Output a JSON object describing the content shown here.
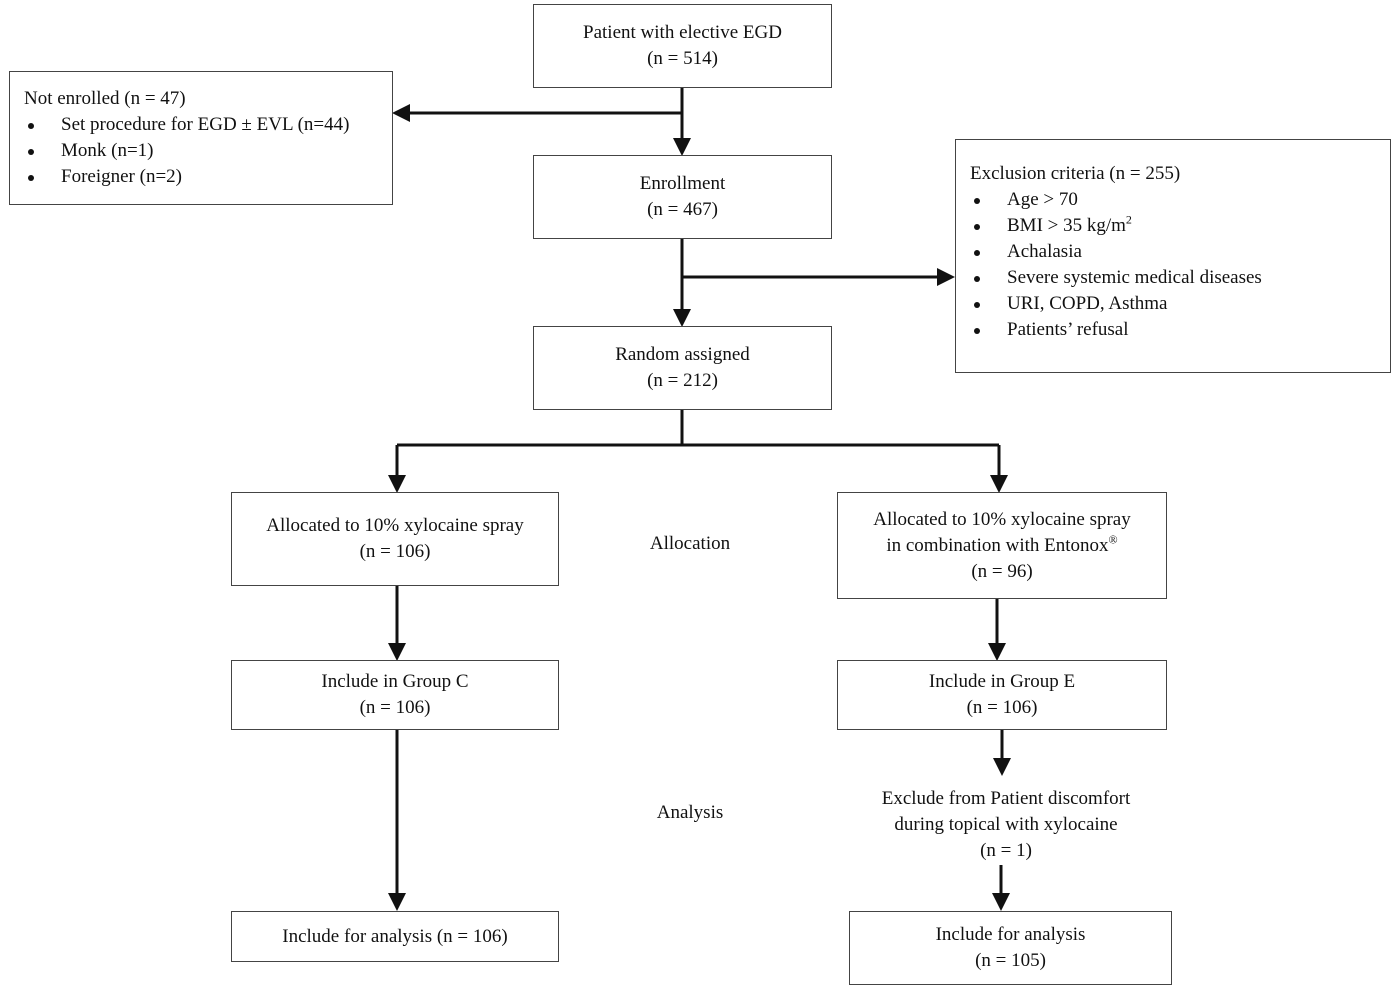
{
  "flow": {
    "patients": {
      "title": "Patient with elective EGD",
      "count": "(n = 514)"
    },
    "not_enrolled": {
      "title": "Not enrolled (n = 47)",
      "items": [
        "Set procedure for EGD ± EVL (n=44)",
        "Monk (n=1)",
        "Foreigner (n=2)"
      ]
    },
    "enrollment": {
      "title": "Enrollment",
      "count": "(n = 467)"
    },
    "exclusion": {
      "title": "Exclusion criteria (n = 255)",
      "items": [
        "Age > 70",
        "BMI > 35 kg/m",
        "Achalasia",
        "Severe systemic medical diseases",
        "URI, COPD, Asthma",
        "Patients’ refusal"
      ],
      "bmi_superscript": "2"
    },
    "random": {
      "title": "Random assigned",
      "count": "(n = 212)"
    },
    "phase_allocation": "Allocation",
    "phase_analysis": "Analysis",
    "alloc_c": {
      "title": "Allocated to 10% xylocaine spray",
      "count": "(n = 106)"
    },
    "alloc_e": {
      "line1": "Allocated to 10% xylocaine spray",
      "line2": "in combination with Entonox",
      "reg": "®",
      "count": "(n = 96)"
    },
    "group_c": {
      "title": "Include in Group C",
      "count": "(n = 106)"
    },
    "group_e": {
      "title": "Include in Group E",
      "count": "(n = 106)"
    },
    "exclude_e": {
      "line1": "Exclude from Patient discomfort",
      "line2": "during topical with xylocaine",
      "count": "(n = 1)"
    },
    "analysis_c": {
      "title": "Include for analysis (n = 106)"
    },
    "analysis_e": {
      "title": "Include for analysis",
      "count": "(n = 105)"
    }
  }
}
